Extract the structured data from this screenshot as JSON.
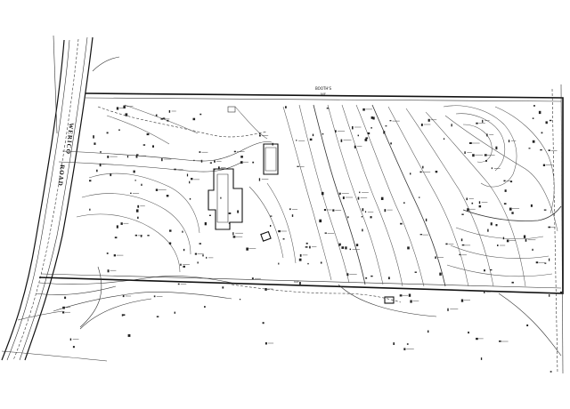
{
  "map": {
    "road_name_1": "WERICO",
    "road_name_2": "ROAD",
    "north_line_label": "BOOTH'S",
    "north_line_sublabel": "N/F",
    "south_line_label": "N/F",
    "tree_icon": "tree-symbol-icon",
    "stroke_color": "#111111",
    "background_color": "#ffffff"
  }
}
